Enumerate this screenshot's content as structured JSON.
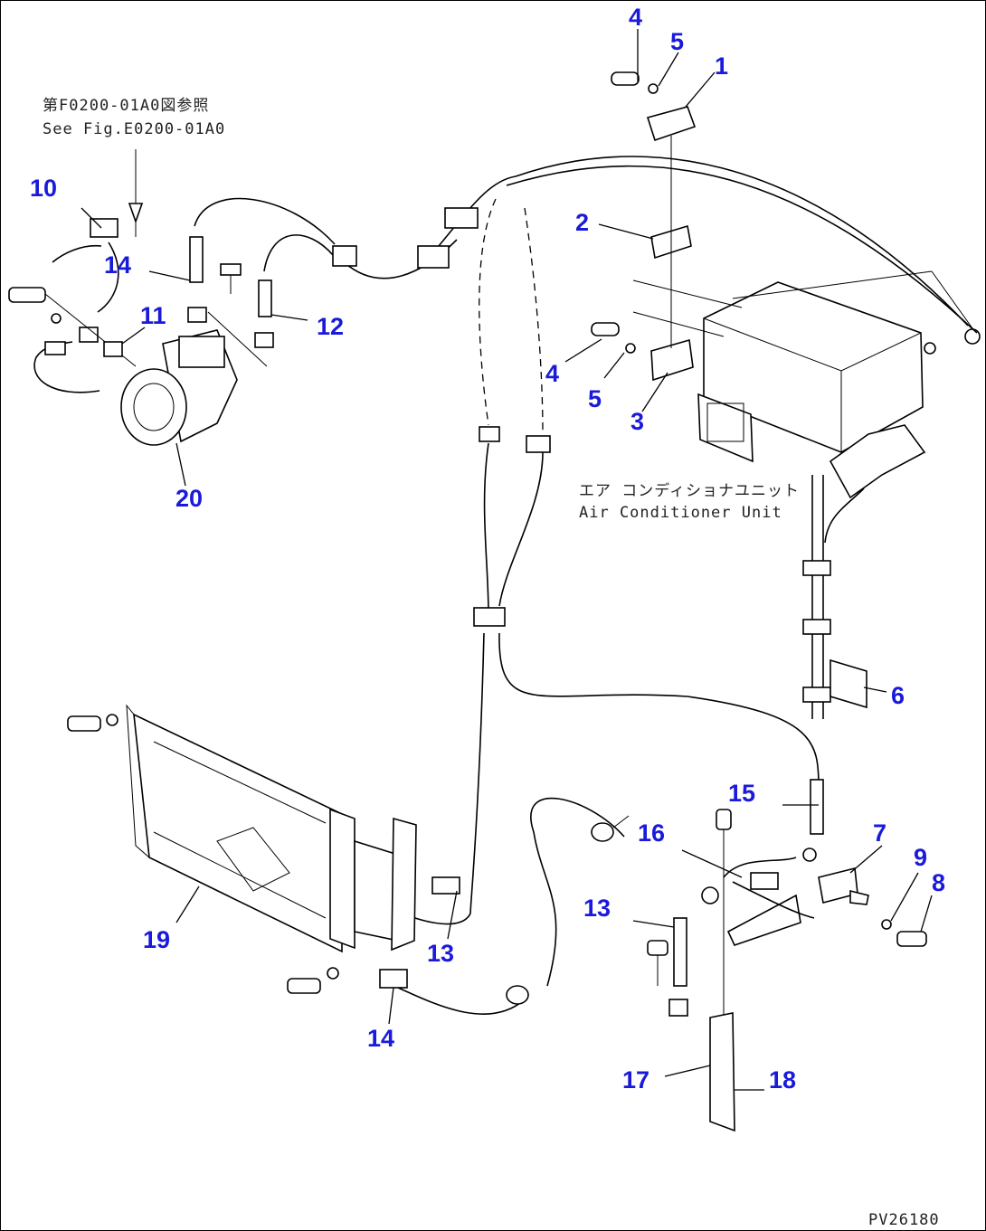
{
  "notes": {
    "ref_jp": "第F0200-01A0図参照",
    "ref_en": "See Fig.E0200-01A0",
    "unit_jp": "エア コンディショナユニット",
    "unit_en": "Air Conditioner Unit",
    "figure_code": "PV26180"
  },
  "callouts": {
    "c1": "1",
    "c2": "2",
    "c3": "3",
    "c4a": "4",
    "c4b": "4",
    "c5a": "5",
    "c5b": "5",
    "c6": "6",
    "c7": "7",
    "c8": "8",
    "c9": "9",
    "c10": "10",
    "c11": "11",
    "c12": "12",
    "c13a": "13",
    "c13b": "13",
    "c14a": "14",
    "c14b": "14",
    "c15": "15",
    "c16": "16",
    "c17": "17",
    "c18": "18",
    "c19": "19",
    "c20": "20"
  },
  "colors": {
    "callout": "#1a1adb",
    "line": "#000000"
  }
}
